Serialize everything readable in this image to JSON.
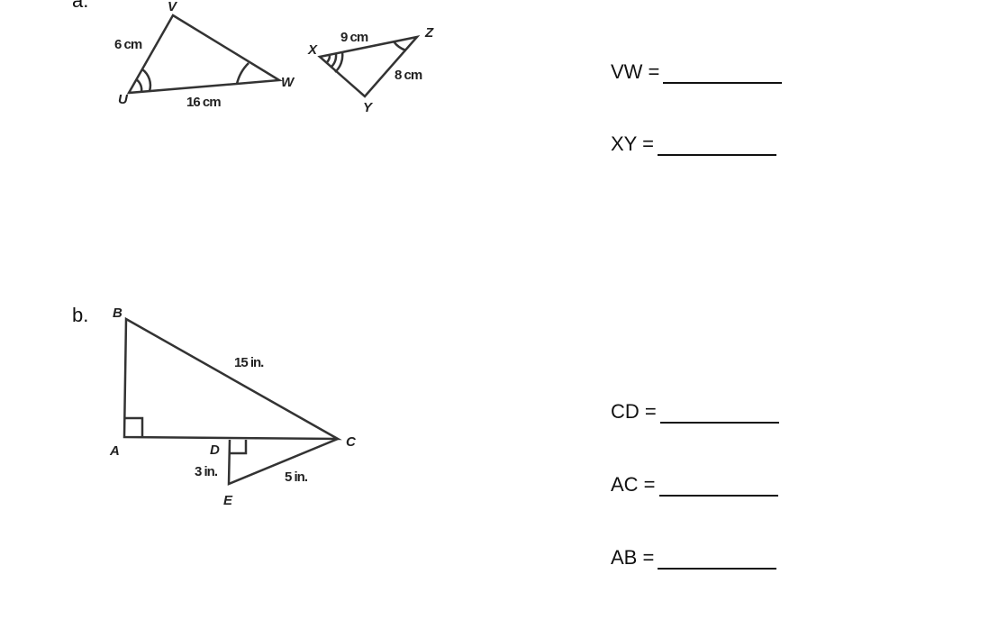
{
  "parts": {
    "a": {
      "label": "a.",
      "triangle1": {
        "vertices": [
          "V",
          "U",
          "W"
        ],
        "sides": {
          "UV": "6 cm",
          "UW": "16 cm"
        }
      },
      "triangle2": {
        "vertices": [
          "X",
          "Y",
          "Z"
        ],
        "sides": {
          "XZ": "9 cm",
          "ZY": "8 cm"
        }
      },
      "answers": [
        {
          "label": "VW ="
        },
        {
          "label": "XY ="
        }
      ]
    },
    "b": {
      "label": "b.",
      "vertices": [
        "B",
        "A",
        "C",
        "D",
        "E"
      ],
      "sides": {
        "BC": "15 in.",
        "DE": "3 in.",
        "EC": "5 in."
      },
      "answers": [
        {
          "label": "CD ="
        },
        {
          "label": "AC ="
        },
        {
          "label": "AB ="
        }
      ]
    }
  }
}
